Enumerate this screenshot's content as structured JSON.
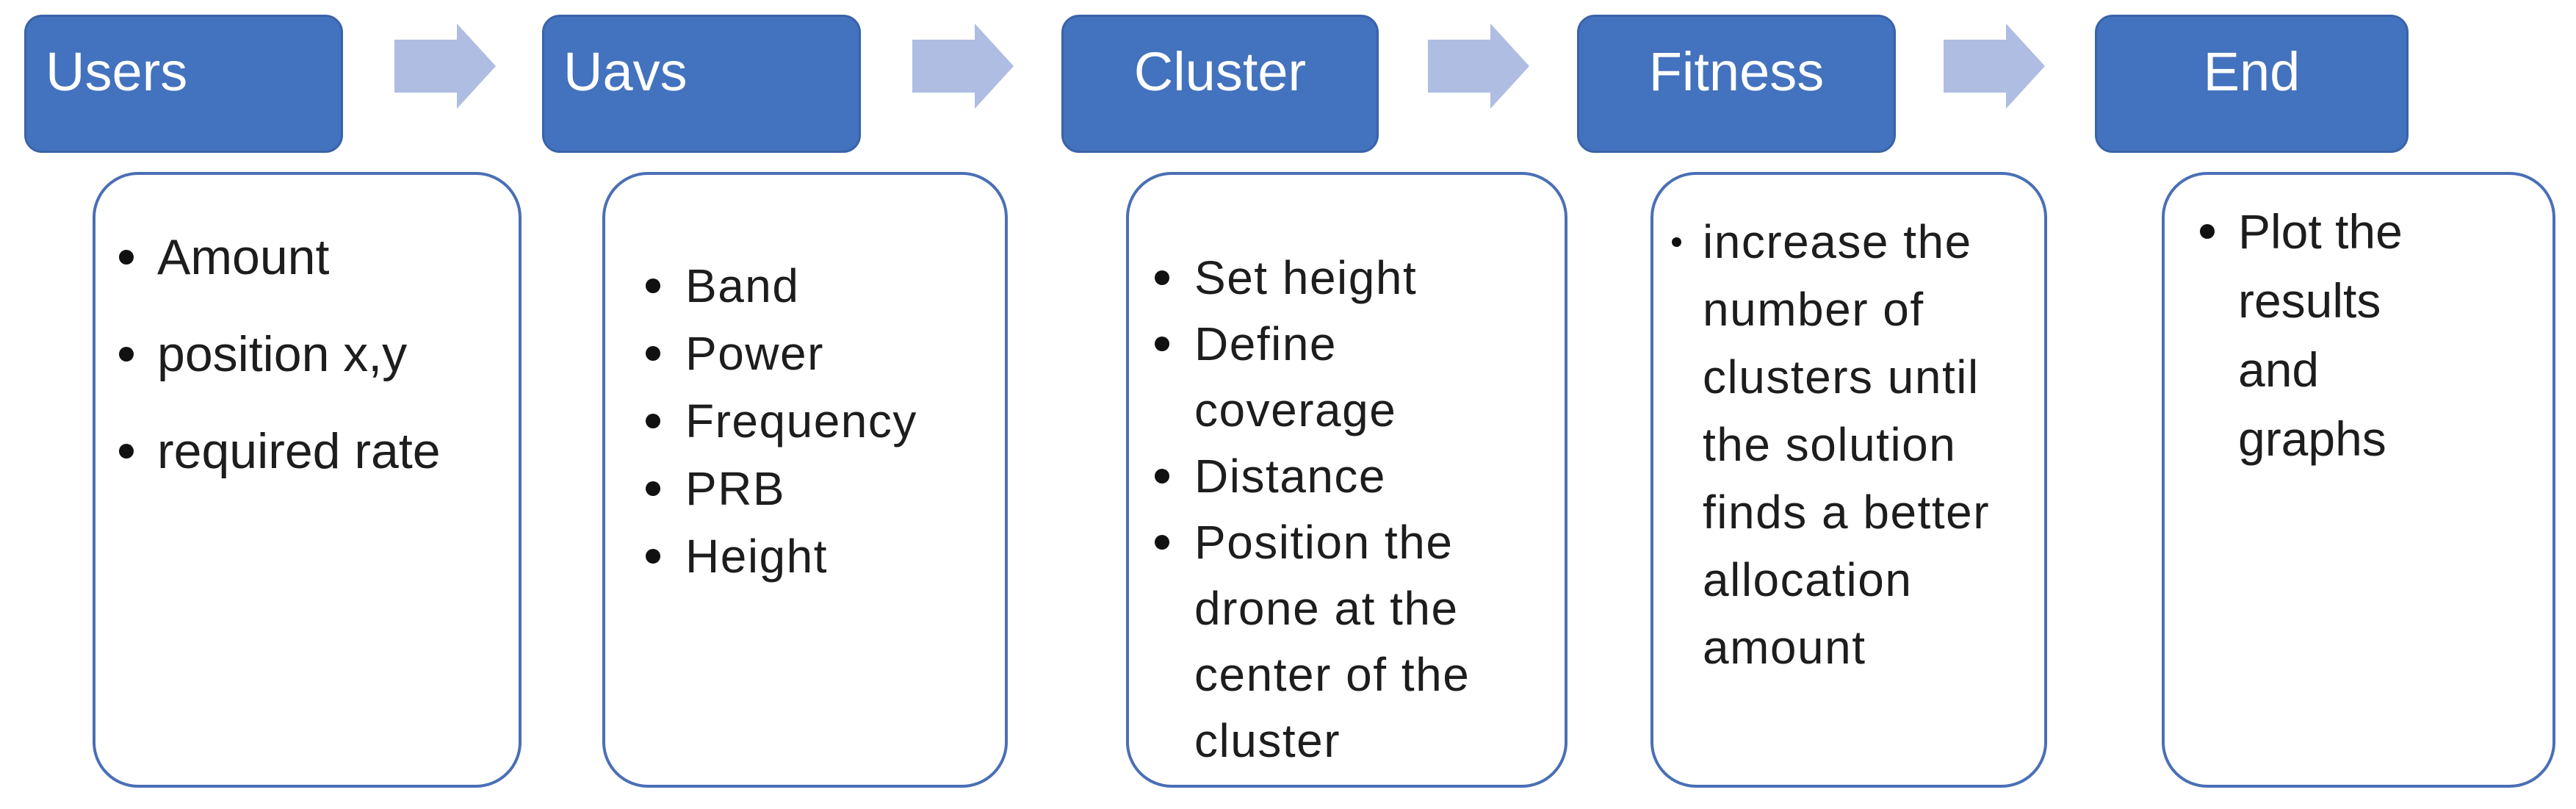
{
  "diagram": {
    "kind": "horizontal process flow (SmartArt style)",
    "stages": [
      {
        "label": "Users",
        "bullets": [
          "Amount",
          "position x,y",
          "required rate"
        ]
      },
      {
        "label": "Uavs",
        "bullets": [
          "Band",
          "Power",
          "Frequency",
          "PRB",
          "Height"
        ]
      },
      {
        "label": "Cluster",
        "bullets": [
          "Set height",
          "Define coverage",
          "Distance",
          "Position the drone at the center of the cluster"
        ]
      },
      {
        "label": "Fitness",
        "bullets": [
          "increase the number of clusters until the solution finds a better allocation amount"
        ]
      },
      {
        "label": "End",
        "bullets": [
          "Plot the results and graphs"
        ]
      }
    ],
    "connector_icon": "arrow-right",
    "colors": {
      "background": "#FFFFFF",
      "header_fill": "#4372BE",
      "header_border": "#3A63A8",
      "header_text": "#FFFFFF",
      "arrow_fill": "#AFBDE3",
      "box_border": "#4A6FB5",
      "box_fill": "#FFFFFF",
      "bullet_text": "#1D1D1D",
      "bullet_dot": "#111111"
    }
  }
}
